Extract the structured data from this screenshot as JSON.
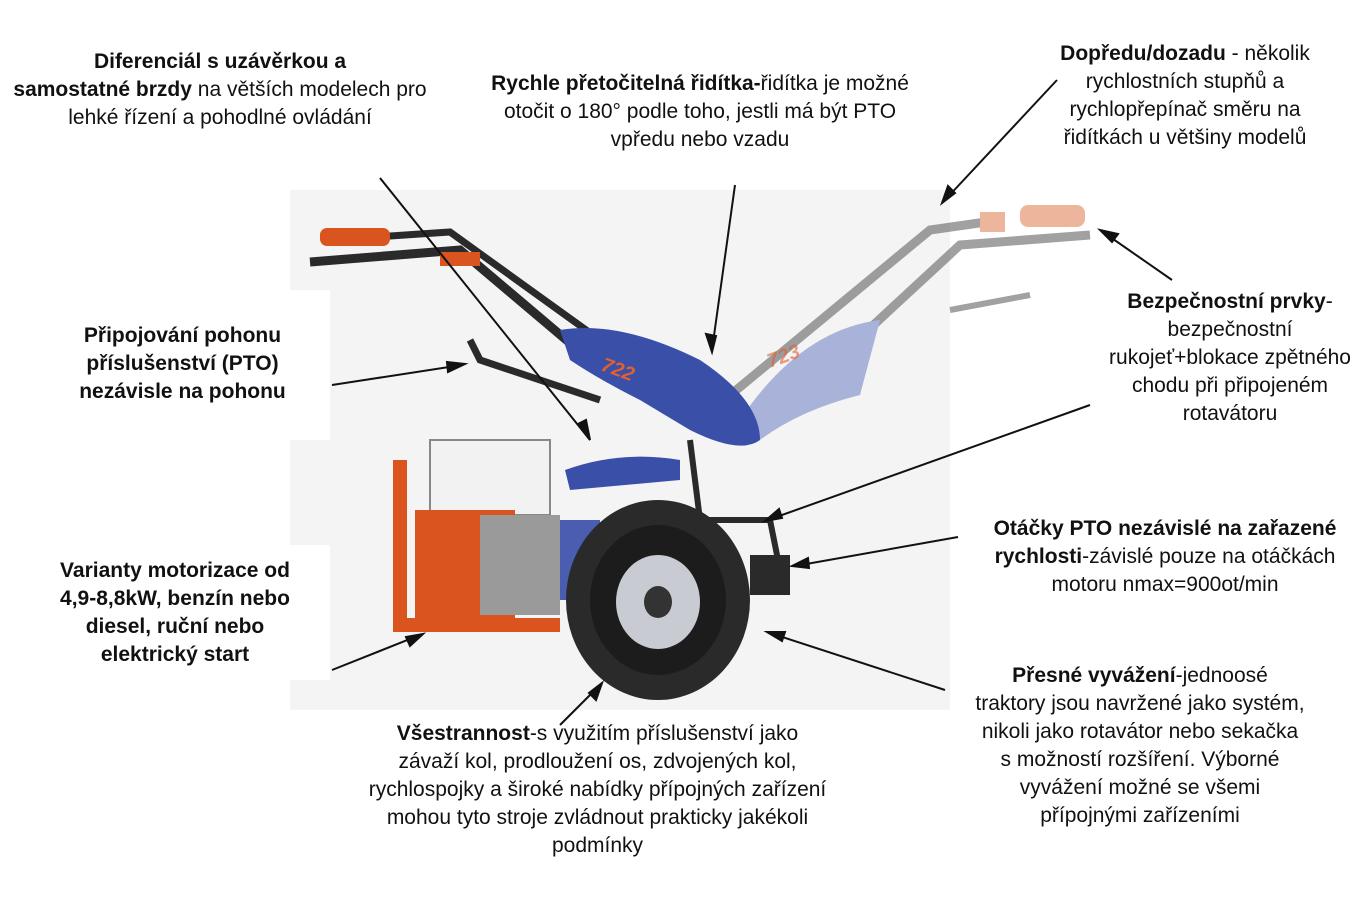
{
  "annotations": {
    "diferencial": {
      "title": "Diferenciál s uzávěrkou a",
      "title2": "samostatné brzdy",
      "body": " na větších modelech pro lehké řízení a pohodlné ovládání"
    },
    "ridítka": {
      "title": "Rychle přetočitelná řidítka-",
      "body": "řidítka je možné otočit o 180° podle toho, jestli má být PTO vpředu nebo vzadu"
    },
    "dopredu": {
      "title": "Dopředu/dozadu",
      "body": " - několik rychlostních stupňů a rychlopřepínač směru na řidítkách u většiny modelů"
    },
    "pto": {
      "line1": "Připojování pohonu",
      "line2": "příslušenství (PTO)",
      "line3": "nezávisle na pohonu"
    },
    "bezpecnost": {
      "title": "Bezpečnostní prvky",
      "body": "-bezpečnostní rukojeť+blokace zpětného chodu při připojeném rotavátoru"
    },
    "otacky": {
      "title": "Otáčky PTO nezávislé na zařazené rychlosti",
      "body": "-závislé pouze na otáčkách motoru nmax=900ot/min"
    },
    "varianty": {
      "line1": "Varianty motorizace od",
      "line2": "4,9-8,8kW, benzín nebo",
      "line3": "diesel, ruční nebo",
      "line4": "elektrický start"
    },
    "vyvazeni": {
      "title": "Přesné vyvážení",
      "body": "-jednoosé traktory jsou navržené jako systém, nikoli jako rotavátor nebo sekačka s možností rozšíření. Výborné vyvážení možné se všemi přípojnými zařízeními"
    },
    "vsestrannost": {
      "title": "Všestrannost",
      "body": "-s využitím příslušenství jako závaží kol, prodloužení os, zdvojených kol, rychlospojky a široké nabídky přípojných zařízení mohou tyto stroje zvládnout prakticky  jakékoli podmínky"
    }
  },
  "machine": {
    "model_label_left": "722",
    "model_label_right": "723"
  },
  "colors": {
    "body_blue": "#3a4fa8",
    "engine_orange": "#d9541e",
    "tire": "#2a2a2a",
    "rim": "#c8ccd2"
  }
}
